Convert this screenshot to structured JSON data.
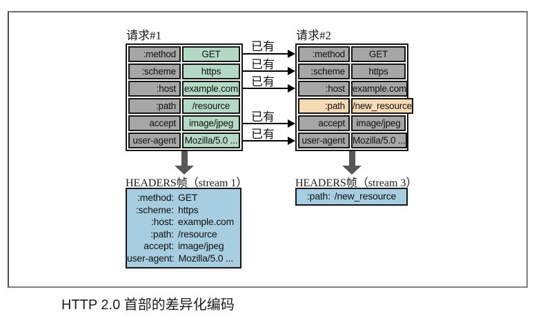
{
  "caption": "HTTP 2.0 首部的差异化编码",
  "colors": {
    "key_cell_gray": "#a6a6a6",
    "new_value_green": "#b3d8c4",
    "indexed_value_gray": "#a6a6a6",
    "changed_row_orange": "#f6d9b5",
    "headers_frame_blue": "#a6cde0",
    "down_arrow_gray": "#575757",
    "border_black": "#141414"
  },
  "request1": {
    "title": "请求#1",
    "rows": [
      {
        "key": ":method",
        "value": "GET"
      },
      {
        "key": ":scheme",
        "value": "https"
      },
      {
        "key": ":host",
        "value": "example.com"
      },
      {
        "key": ":path",
        "value": "/resource"
      },
      {
        "key": "accept",
        "value": "image/jpeg"
      },
      {
        "key": "user-agent",
        "value": "Mozilla/5.0 ..."
      }
    ]
  },
  "request2": {
    "title": "请求#2",
    "rows": [
      {
        "key": ":method",
        "value": "GET"
      },
      {
        "key": ":scheme",
        "value": "https"
      },
      {
        "key": ":host",
        "value": "example.com"
      },
      {
        "key": ":path",
        "value": "/new_resource"
      },
      {
        "key": "accept",
        "value": "image/jpeg"
      },
      {
        "key": "user-agent",
        "value": "Mozilla/5.0 ..."
      }
    ]
  },
  "arrows": {
    "labels": [
      "已有",
      "已有",
      "已有",
      "已有",
      "已有"
    ]
  },
  "frame1": {
    "title": "HEADERS帧（stream 1）",
    "lines": [
      {
        "key": ":method:",
        "value": "GET"
      },
      {
        "key": ":scheme:",
        "value": "https"
      },
      {
        "key": ":host:",
        "value": "example.com"
      },
      {
        "key": ":path:",
        "value": "/resource"
      },
      {
        "key": "accept:",
        "value": "image/jpeg"
      },
      {
        "key": "user-agent:",
        "value": "Mozilla/5.0 ..."
      }
    ]
  },
  "frame3": {
    "title": "HEADERS帧（stream 3）",
    "lines": [
      {
        "key": ":path:",
        "value": "/new_resource"
      }
    ]
  }
}
